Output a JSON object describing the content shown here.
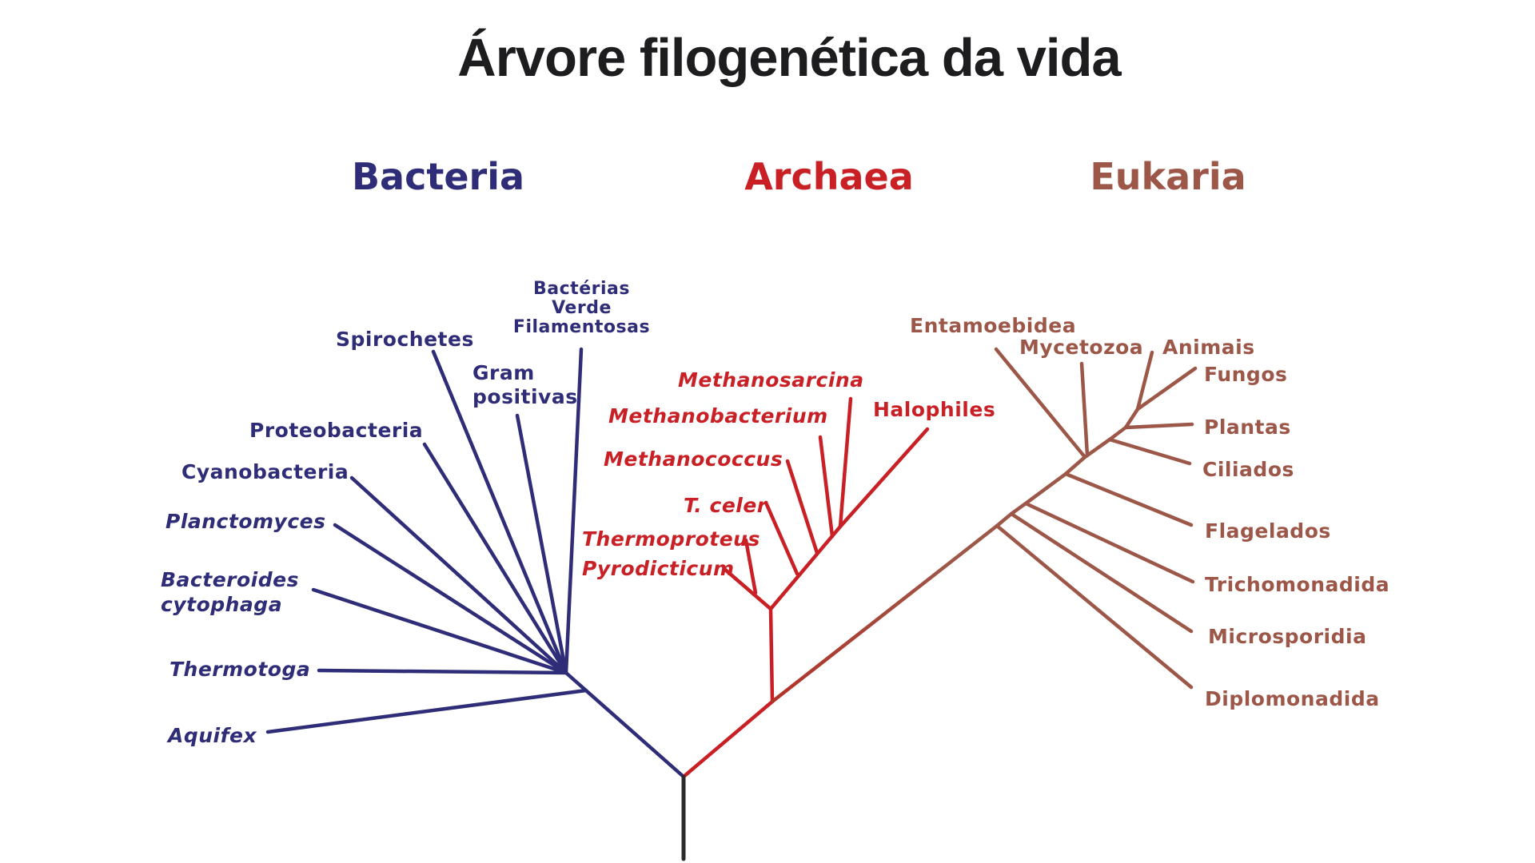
{
  "title": {
    "text": "Árvore filogenética da vida",
    "color": "#1d1d1f"
  },
  "domains": [
    {
      "id": "bacteria",
      "label": "Bacteria",
      "color": "#2f2d78"
    },
    {
      "id": "archaea",
      "label": "Archaea",
      "color": "#c92026"
    },
    {
      "id": "eukarya",
      "label": "Eukaria",
      "color": "#9d5748"
    }
  ],
  "branch_labels": {
    "bacteria": {
      "spirochetes": "Spirochetes",
      "verde_filamentosas": "Bactérias\nVerde\nFilamentosas",
      "gram_positivas": "Gram\npositivas",
      "proteobacteria": "Proteobacteria",
      "cyanobacteria": "Cyanobacteria",
      "planctomyces": "Planctomyces",
      "bacteroides_cytophaga": "Bacteroides\ncytophaga",
      "thermotoga": "Thermotoga",
      "aquifex": "Aquifex"
    },
    "archaea": {
      "methanosarcina": "Methanosarcina",
      "methanobacterium": "Methanobacterium",
      "halophiles": "Halophiles",
      "methanococcus": "Methanococcus",
      "t_celer": "T. celer",
      "thermoproteus": "Thermoproteus",
      "pyrodicticum": "Pyrodicticum"
    },
    "eukarya": {
      "entamoebidea": "Entamoebidea",
      "mycetozoa": "Mycetozoa",
      "animais": "Animais",
      "fungos": "Fungos",
      "plantas": "Plantas",
      "ciliados": "Ciliados",
      "flagelados": "Flagelados",
      "trichomonadida": "Trichomonadida",
      "microsporidia": "Microsporidia",
      "diplomonadida": "Diplomonadida"
    }
  },
  "colors": {
    "bacteria": "#2f2d78",
    "archaea": "#c92026",
    "eukarya": "#9d5748",
    "root_stem": "#2b2b2b",
    "trunk_gradient_start": "#b23228"
  }
}
